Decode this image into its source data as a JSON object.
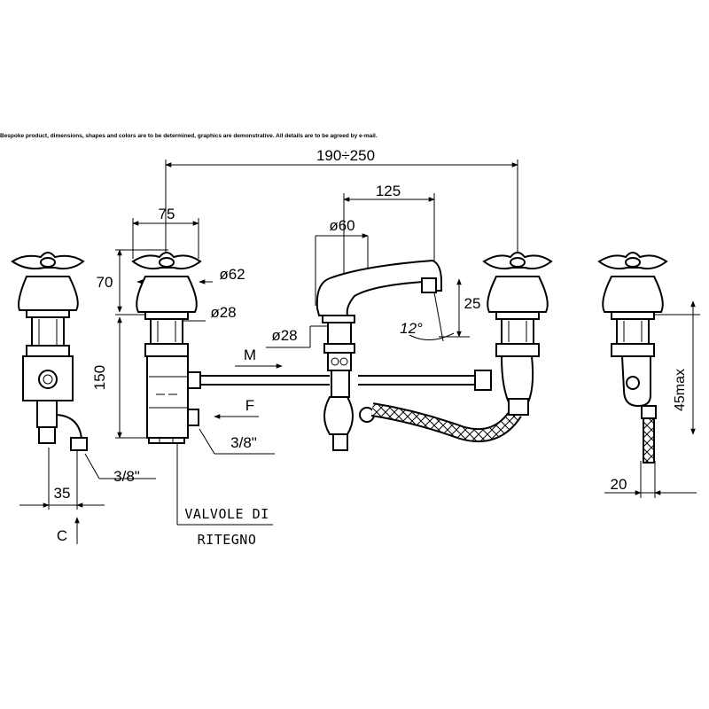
{
  "notice": "Bespoke product, dimensions, shapes and colors are to be determined, graphics are demonstrative. All details are to be agreed by e-mail.",
  "dimensions": {
    "overall_width": "190÷250",
    "spout_reach": "125",
    "handle_spacing": "75",
    "spout_base_dia": "ø60",
    "handle_height": "70",
    "handle_dia": "ø62",
    "valve_dia": "ø28",
    "spout_stem_dia": "ø28",
    "body_height": "150",
    "spout_drop": "25",
    "spout_angle": "12°",
    "connection_left": "3/8\"",
    "connection_center": "3/8\"",
    "offset_left": "35",
    "max_deck": "45max",
    "offset_right": "20"
  },
  "flow_labels": {
    "mixed": "M",
    "feed": "F",
    "cold": "C"
  },
  "note_label": {
    "line1": "VALVOLE DI",
    "line2": "RITEGNO"
  }
}
